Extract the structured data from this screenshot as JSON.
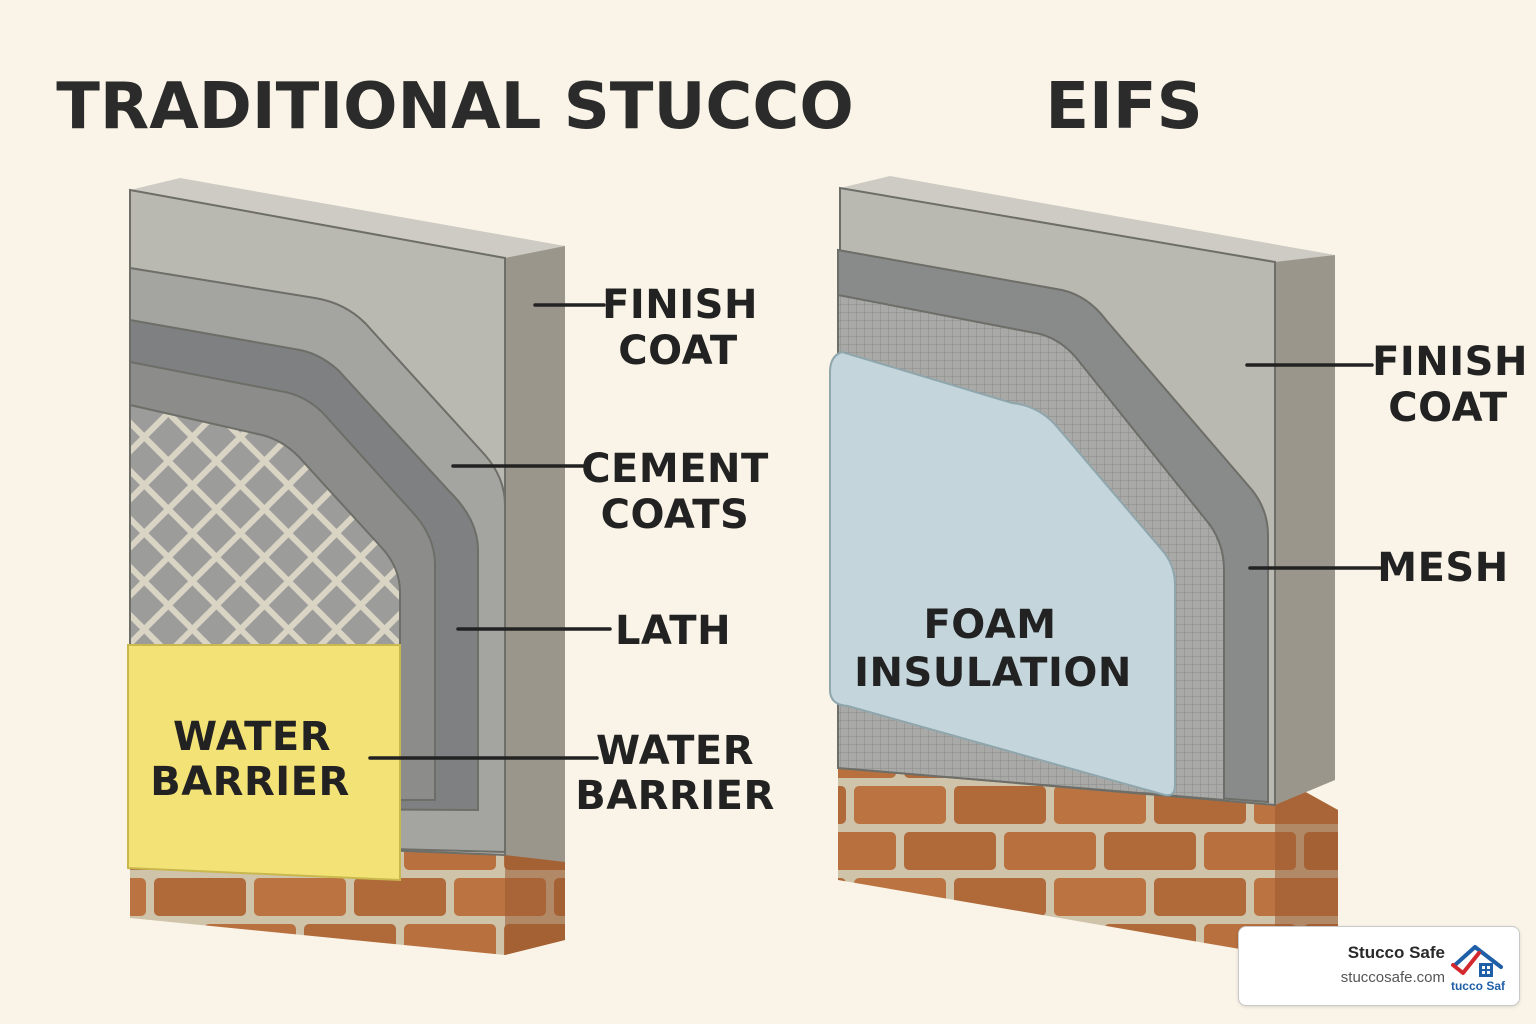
{
  "titles": {
    "left": "TRADITIONAL STUCCO",
    "right": "EIFS"
  },
  "traditional": {
    "finish_coat": [
      "FINISH",
      "COAT"
    ],
    "cement_coats": [
      "CEMENT",
      "COATS"
    ],
    "lath": "LATH",
    "water_barrier": [
      "WATER",
      "BARRIER"
    ],
    "water_barrier_panel": [
      "WATER",
      "BARRIER"
    ]
  },
  "eifs": {
    "finish_coat": [
      "FINISH",
      "COAT"
    ],
    "mesh": "MESH",
    "foam_insulation": [
      "FOAM",
      "INSULATION"
    ]
  },
  "badge": {
    "brand": "Stucco Safe",
    "url": "stuccosafe.com",
    "logo_text": "tucco Saf",
    "icon": "house-check-logo-icon"
  },
  "colors": {
    "background": "#f9f4e7",
    "finish": "#b9b8b1",
    "cement_light": "#a4a4a0",
    "cement_dark": "#7f8081",
    "water_barrier": "#f3e276",
    "foam": "#c4d6dc",
    "brick": "#b8703e",
    "mortar": "#d2c6ae"
  }
}
